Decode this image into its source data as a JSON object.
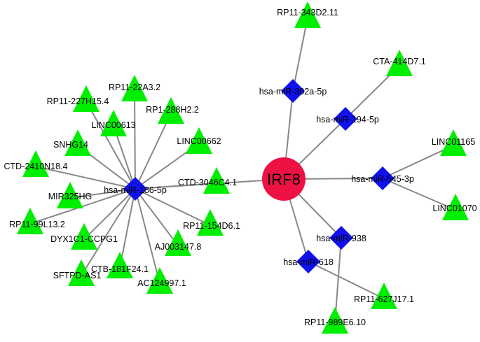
{
  "diagram": {
    "colors": {
      "background": "#ffffff",
      "edge": "#888888",
      "lnc_node": "#00ee00",
      "mirna_node": "#1111ee",
      "hub_node": "#ee1144",
      "text": "#000000"
    },
    "hub": {
      "id": "IRF8",
      "label": "IRF8",
      "shape": "circle"
    },
    "mirnas": [
      {
        "id": "m186",
        "label": "hsa-miR-186-5p",
        "shape": "diamond"
      },
      {
        "id": "m302",
        "label": "hsa-miR-302a-5p",
        "shape": "diamond"
      },
      {
        "id": "m194",
        "label": "hsa-miR-194-5p",
        "shape": "diamond"
      },
      {
        "id": "m545",
        "label": "hsa-miR-545-3p",
        "shape": "diamond"
      },
      {
        "id": "m938",
        "label": "hsa-miR-938",
        "shape": "diamond"
      },
      {
        "id": "m618",
        "label": "hsa-miR-618",
        "shape": "diamond"
      }
    ],
    "lncrnas": [
      {
        "id": "RP11-343D2.11",
        "label": "RP11-343D2.11",
        "shape": "triangle"
      },
      {
        "id": "CTA-414D7.1",
        "label": "CTA-414D7.1",
        "shape": "triangle"
      },
      {
        "id": "LINC01165",
        "label": "LINC01165",
        "shape": "triangle"
      },
      {
        "id": "LINC01070",
        "label": "LINC01070",
        "shape": "triangle"
      },
      {
        "id": "RP11-627J17.1",
        "label": "RP11-627J17.1",
        "shape": "triangle"
      },
      {
        "id": "RP11-989E6.10",
        "label": "RP11-989E6.10",
        "shape": "triangle"
      },
      {
        "id": "RP11-22A3.2",
        "label": "RP11-22A3.2",
        "shape": "triangle"
      },
      {
        "id": "RP11-227H15.4",
        "label": "RP11-227H15.4",
        "shape": "triangle"
      },
      {
        "id": "RP1-288H2.2",
        "label": "RP1-288H2.2",
        "shape": "triangle"
      },
      {
        "id": "LINC00613",
        "label": "LINC00613",
        "shape": "triangle"
      },
      {
        "id": "SNHG14",
        "label": "SNHG14",
        "shape": "triangle"
      },
      {
        "id": "LINC00662",
        "label": "LINC00662",
        "shape": "triangle"
      },
      {
        "id": "CTD-2410N18.4",
        "label": "CTD-2410N18.4",
        "shape": "triangle"
      },
      {
        "id": "CTD-3046C4.1",
        "label": "CTD-3046C4.1",
        "shape": "triangle"
      },
      {
        "id": "MIR325HG",
        "label": "MIR325HG",
        "shape": "triangle"
      },
      {
        "id": "RP11-99L13.2",
        "label": "RP11-99L13.2",
        "shape": "triangle"
      },
      {
        "id": "RP11-154D6.1",
        "label": "RP11-154D6.1",
        "shape": "triangle"
      },
      {
        "id": "DYX1C1-CCPG1",
        "label": "DYX1C1-CCPG1",
        "shape": "triangle"
      },
      {
        "id": "AJ003147.8",
        "label": "AJ003147.8",
        "shape": "triangle"
      },
      {
        "id": "SFTPD-AS1",
        "label": "SFTPD-AS1",
        "shape": "triangle"
      },
      {
        "id": "CTB-181F24.1",
        "label": "CTB-181F24.1",
        "shape": "triangle"
      },
      {
        "id": "AC124997.1",
        "label": "AC124997.1",
        "shape": "triangle"
      }
    ],
    "edges": [
      [
        "IRF8",
        "m186"
      ],
      [
        "IRF8",
        "m302"
      ],
      [
        "IRF8",
        "m194"
      ],
      [
        "IRF8",
        "m545"
      ],
      [
        "IRF8",
        "m938"
      ],
      [
        "IRF8",
        "m618"
      ],
      [
        "m302",
        "RP11-343D2.11"
      ],
      [
        "m194",
        "CTA-414D7.1"
      ],
      [
        "m545",
        "LINC01165"
      ],
      [
        "m545",
        "LINC01070"
      ],
      [
        "m938",
        "RP11-989E6.10"
      ],
      [
        "m618",
        "RP11-627J17.1"
      ],
      [
        "m186",
        "RP11-22A3.2"
      ],
      [
        "m186",
        "RP11-227H15.4"
      ],
      [
        "m186",
        "RP1-288H2.2"
      ],
      [
        "m186",
        "LINC00613"
      ],
      [
        "m186",
        "SNHG14"
      ],
      [
        "m186",
        "LINC00662"
      ],
      [
        "m186",
        "CTD-2410N18.4"
      ],
      [
        "m186",
        "CTD-3046C4.1"
      ],
      [
        "m186",
        "MIR325HG"
      ],
      [
        "m186",
        "RP11-99L13.2"
      ],
      [
        "m186",
        "RP11-154D6.1"
      ],
      [
        "m186",
        "DYX1C1-CCPG1"
      ],
      [
        "m186",
        "AJ003147.8"
      ],
      [
        "m186",
        "SFTPD-AS1"
      ],
      [
        "m186",
        "CTB-181F24.1"
      ],
      [
        "m186",
        "AC124997.1"
      ]
    ]
  }
}
